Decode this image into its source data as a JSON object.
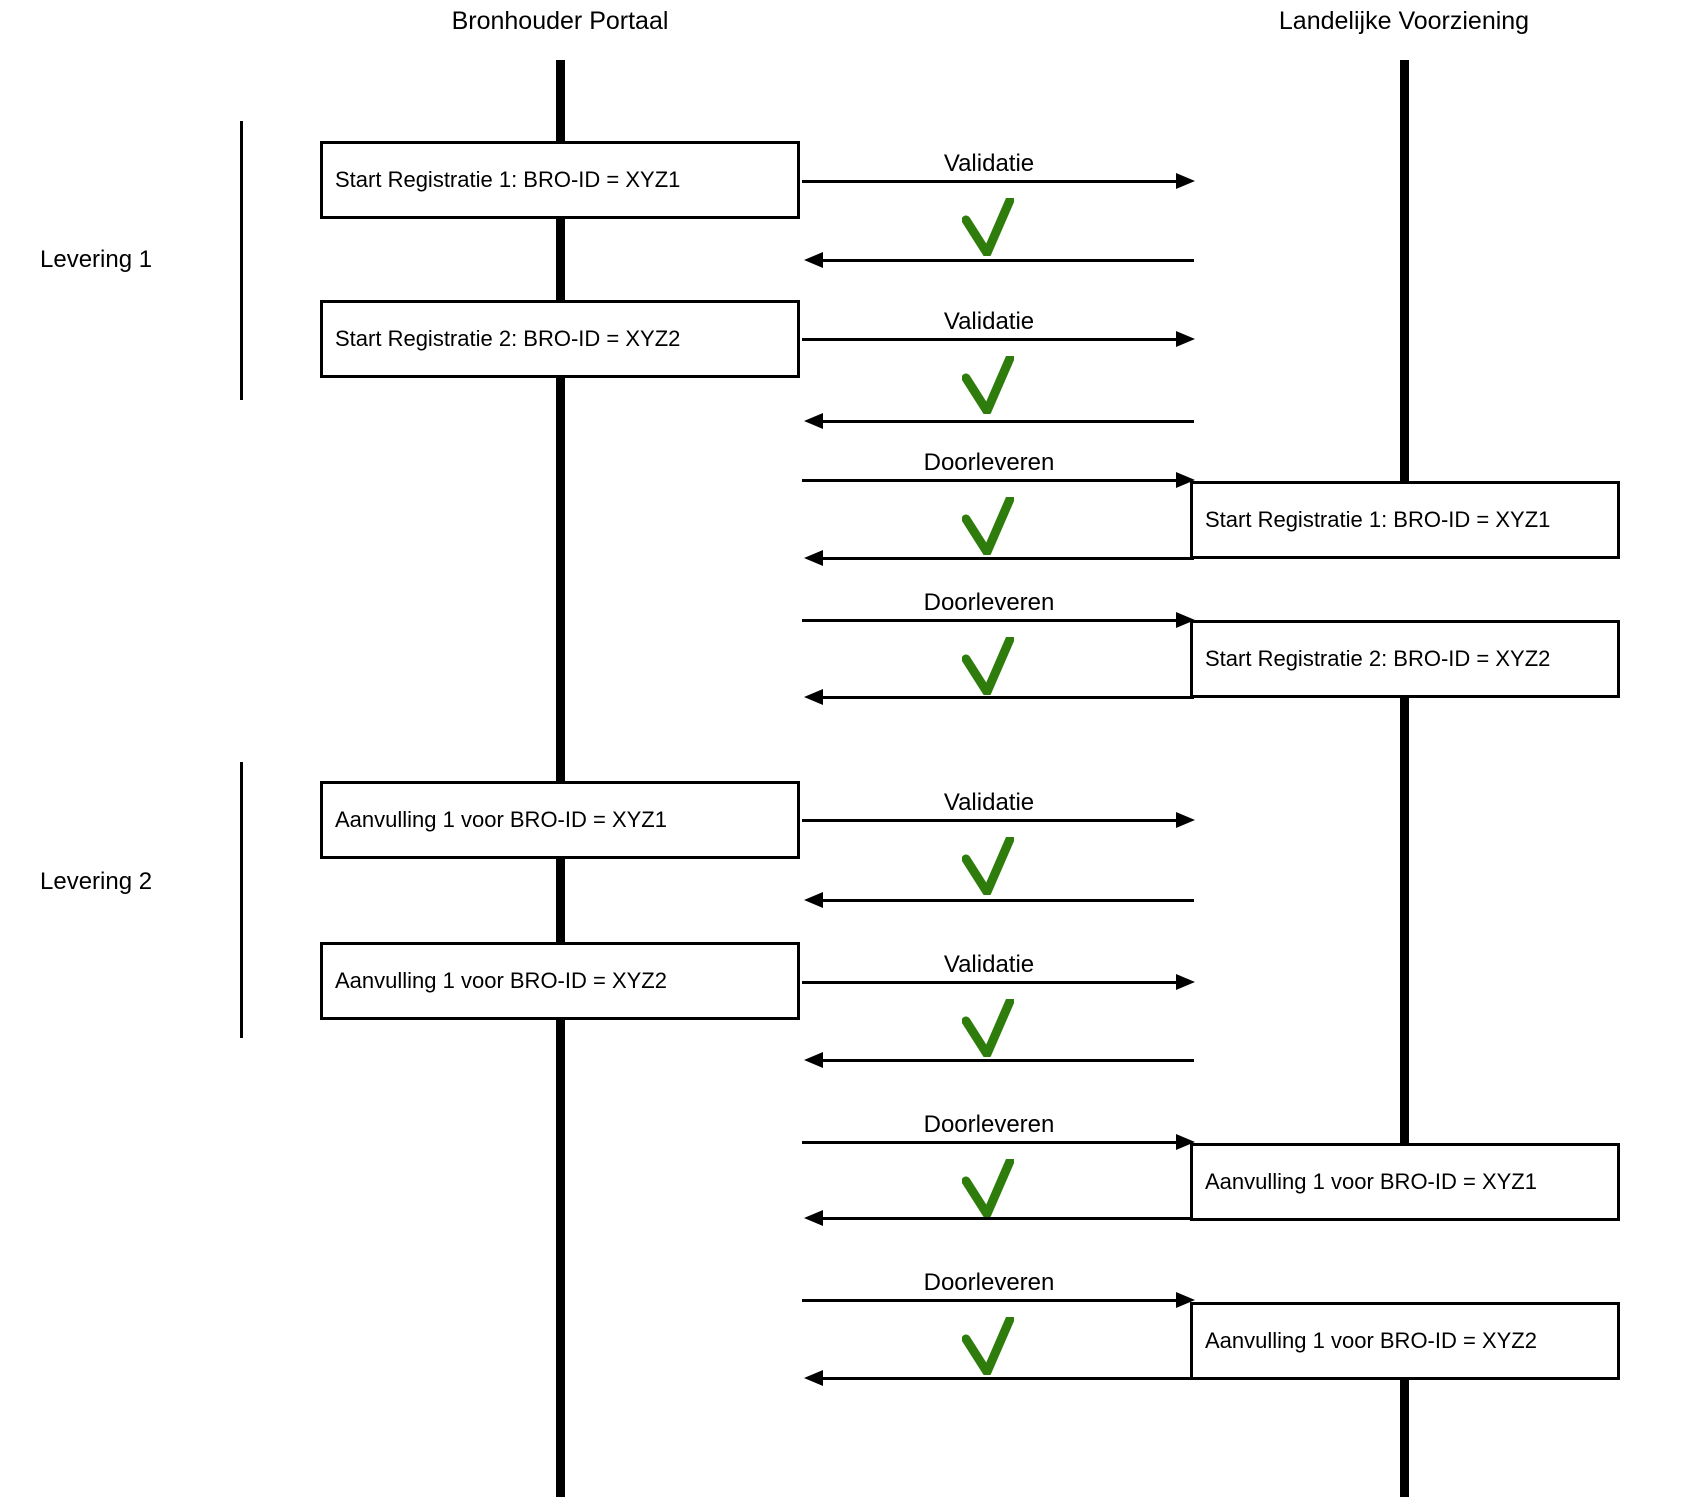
{
  "lanes": {
    "left": "Bronhouder Portaal",
    "right": "Landelijke Voorziening"
  },
  "groups": [
    {
      "label": "Levering 1"
    },
    {
      "label": "Levering 2"
    }
  ],
  "left_boxes": [
    "Start Registratie 1: BRO-ID = XYZ1",
    "Start Registratie 2: BRO-ID = XYZ2",
    "Aanvulling 1 voor BRO-ID = XYZ1",
    "Aanvulling 1 voor BRO-ID = XYZ2"
  ],
  "right_boxes": [
    "Start Registratie 1: BRO-ID = XYZ1",
    "Start Registratie 2: BRO-ID = XYZ2",
    "Aanvulling 1 voor BRO-ID = XYZ1",
    "Aanvulling 1 voor BRO-ID = XYZ2"
  ],
  "forward_arrows": [
    {
      "label": "Validatie"
    },
    {
      "label": "Validatie"
    },
    {
      "label": "Doorleveren"
    },
    {
      "label": "Doorleveren"
    },
    {
      "label": "Validatie"
    },
    {
      "label": "Validatie"
    },
    {
      "label": "Doorleveren"
    },
    {
      "label": "Doorleveren"
    }
  ],
  "icons": {
    "result_success": "green-checkmark"
  },
  "colors": {
    "checkmark_green": "#2e7d0c",
    "line": "#000000",
    "background": "#ffffff"
  }
}
